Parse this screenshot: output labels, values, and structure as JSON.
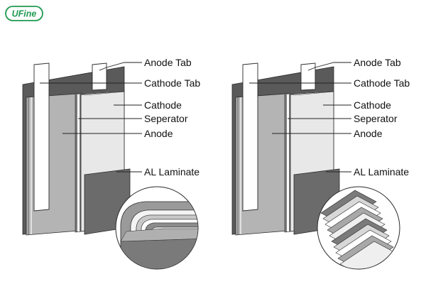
{
  "brand": {
    "logo_text": "UFine",
    "color": "#1f9a52"
  },
  "diagrams": [
    {
      "variant": "wound",
      "labels": {
        "anode_tab": "Anode Tab",
        "cathode_tab": "Cathode Tab",
        "cathode": "Cathode",
        "separator": "Seperator",
        "anode": "Anode",
        "laminate": "AL Laminate"
      }
    },
    {
      "variant": "stacked",
      "labels": {
        "anode_tab": "Anode Tab",
        "cathode_tab": "Cathode Tab",
        "cathode": "Cathode",
        "separator": "Seperator",
        "anode": "Anode",
        "laminate": "AL Laminate"
      }
    }
  ],
  "colors": {
    "pouch_dark": "#5a5a5a",
    "anode_gray": "#b4b4b4",
    "cathode_light": "#e8e8e8",
    "laminate_dark": "#6b6b6b",
    "outline": "#2a2a2a"
  }
}
